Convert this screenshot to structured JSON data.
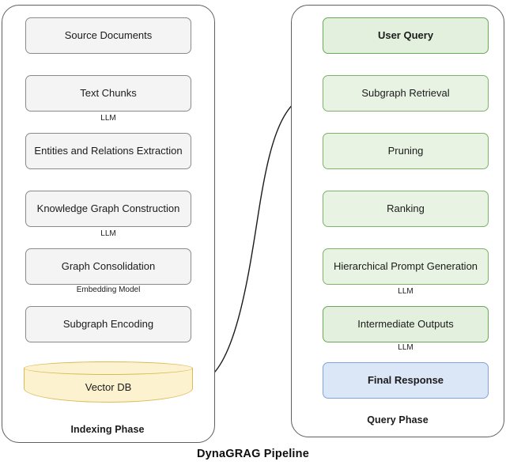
{
  "title": "DynaGRAG Pipeline",
  "colors": {
    "grey_fill": "#f4f4f4",
    "grey_stroke": "#8a8a8a",
    "green_fill": "#e9f3e4",
    "green_stroke": "#7cb26a",
    "blue_fill": "#dbe6f7",
    "blue_stroke": "#7fa5d8",
    "cylinder_fill": "#fcf2cf",
    "cylinder_stroke": "#d9bb54",
    "container_stroke": "#5f5f5f",
    "arrow_black": "#1a1a1a",
    "arrow_green": "#6aa757",
    "arrow_blue": "#5b8ed0"
  },
  "indexing_phase": {
    "label": "Indexing Phase",
    "nodes": [
      {
        "id": "source-documents",
        "label": "Source Documents",
        "shape": "rounded-rect",
        "style": "grey"
      },
      {
        "id": "text-chunks",
        "label": "Text Chunks",
        "shape": "rounded-rect",
        "style": "grey"
      },
      {
        "id": "entities-and-relations-extraction",
        "label": "Entities and Relations Extraction",
        "shape": "rounded-rect",
        "style": "grey"
      },
      {
        "id": "knowledge-graph-construction",
        "label": "Knowledge Graph Construction",
        "shape": "rounded-rect",
        "style": "grey"
      },
      {
        "id": "graph-consolidation",
        "label": "Graph Consolidation",
        "shape": "rounded-rect",
        "style": "grey"
      },
      {
        "id": "subgraph-encoding",
        "label": "Subgraph Encoding",
        "shape": "rounded-rect",
        "style": "grey"
      },
      {
        "id": "vector-db",
        "label": "Vector DB",
        "shape": "cylinder",
        "style": "yellow"
      }
    ],
    "edge_labels": {
      "text_chunks_to_extraction": "LLM",
      "kg_construction_to_consolidation": "LLM",
      "consolidation_to_encoding": "Embedding Model"
    }
  },
  "query_phase": {
    "label": "Query Phase",
    "nodes": [
      {
        "id": "user-query",
        "label": "User Query",
        "shape": "rounded-rect",
        "style": "green",
        "bold": true
      },
      {
        "id": "subgraph-retrieval",
        "label": "Subgraph Retrieval",
        "shape": "rounded-rect",
        "style": "green"
      },
      {
        "id": "pruning",
        "label": "Pruning",
        "shape": "rounded-rect",
        "style": "green"
      },
      {
        "id": "ranking",
        "label": "Ranking",
        "shape": "rounded-rect",
        "style": "green"
      },
      {
        "id": "hierarchical-prompt-generation",
        "label": "Hierarchical Prompt Generation",
        "shape": "rounded-rect",
        "style": "green"
      },
      {
        "id": "intermediate-outputs",
        "label": "Intermediate Outputs",
        "shape": "rounded-rect",
        "style": "green"
      },
      {
        "id": "final-response",
        "label": "Final Response",
        "shape": "rounded-rect",
        "style": "blue",
        "bold": true
      }
    ],
    "edge_labels": {
      "prompt_generation_to_intermediate": "LLM",
      "intermediate_to_final_response": "LLM"
    }
  },
  "cross_phase_edge": {
    "from": "vector-db",
    "to": "subgraph-retrieval",
    "label": ""
  }
}
